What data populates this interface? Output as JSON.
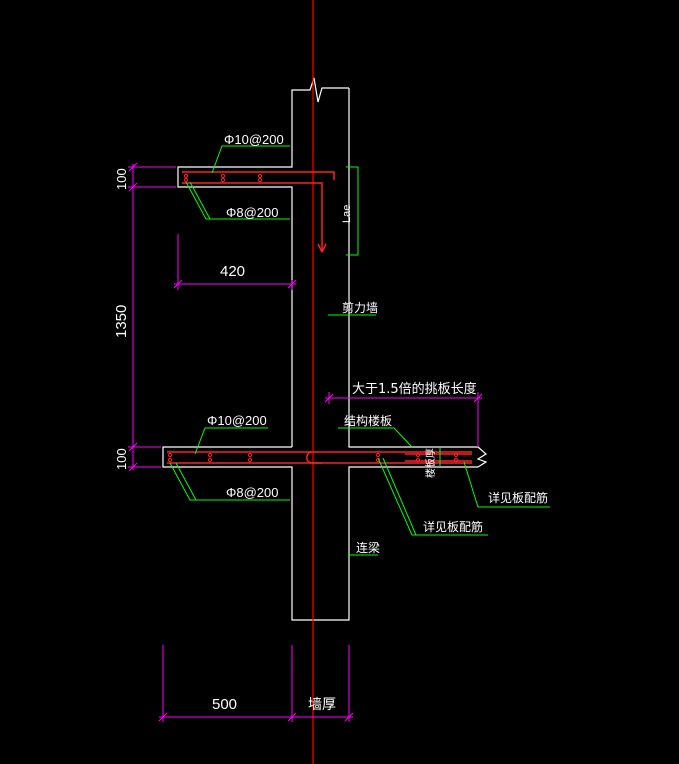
{
  "colors": {
    "background": "#000000",
    "outline": "#ffffff",
    "rebar": "#ff2020",
    "dimension": "#ff00ff",
    "leader": "#00ff00",
    "axis": "#ff0000",
    "text": "#ffffff"
  },
  "labels": {
    "top_bar_upper": "Φ10@200",
    "top_bar_lower": "Φ8@200",
    "anchorage": "Lae",
    "top_width": "420",
    "shear_wall": "剪力墙",
    "longer_than": "大于1.5倍的挑板长度",
    "floor_slab": "结构楼板",
    "slab_thickness": "楼板厚",
    "bottom_bar_upper": "Φ10@200",
    "bottom_bar_lower": "Φ8@200",
    "see_slab_rebar_right": "详见板配筋",
    "see_slab_rebar_mid": "详见板配筋",
    "coupling_beam": "连梁",
    "bottom_width": "500",
    "wall_thickness": "墙厚"
  },
  "dimensions": {
    "top_slab": "100",
    "middle": "1350",
    "bottom_slab": "100"
  }
}
